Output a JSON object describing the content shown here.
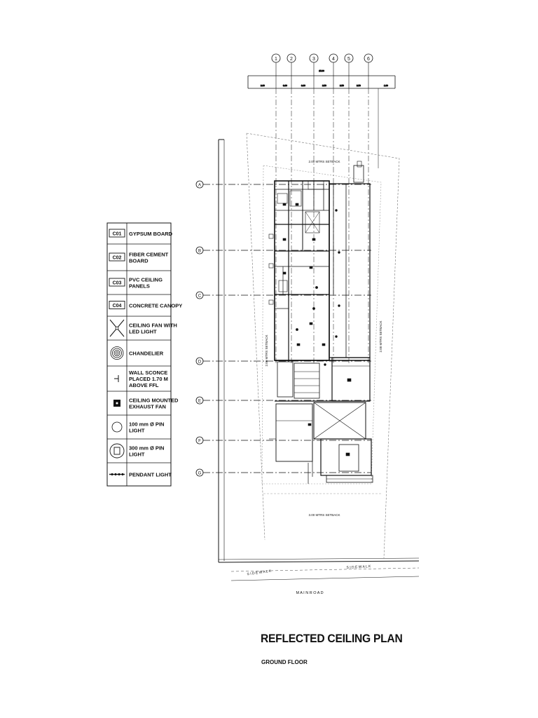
{
  "legend": {
    "items": [
      {
        "code": "C01",
        "label": "GYPSUM BOARD",
        "symbol": "code"
      },
      {
        "code": "C02",
        "label": "FIBER CEMENT BOARD",
        "symbol": "code"
      },
      {
        "code": "C03",
        "label": "PVC CEILING PANELS",
        "symbol": "code"
      },
      {
        "code": "C04",
        "label": "CONCRETE CANOPY",
        "symbol": "code"
      },
      {
        "code": "",
        "label": "CEILING FAN WITH LED LIGHT",
        "symbol": "fan-icon"
      },
      {
        "code": "",
        "label": "CHANDELIER",
        "symbol": "chandelier-icon"
      },
      {
        "code": "",
        "label": "WALL SCONCE PLACED 1.70 M ABOVE FFL",
        "symbol": "wall-sconce-icon"
      },
      {
        "code": "",
        "label": "CEILING MOUNTED EXHAUST FAN",
        "symbol": "exhaust-fan-icon"
      },
      {
        "code": "",
        "label": "100 mm Ø PIN LIGHT",
        "symbol": "pin-light-100-icon"
      },
      {
        "code": "",
        "label": "300 mm Ø PIN LIGHT",
        "symbol": "pin-light-300-icon"
      },
      {
        "code": "",
        "label": "PENDANT LIGHT",
        "symbol": "pendant-light-icon"
      }
    ]
  },
  "grid": {
    "columns": [
      "1",
      "2",
      "3",
      "4",
      "5",
      "6"
    ],
    "rows": [
      "A",
      "B",
      "C",
      "D",
      "E",
      "F",
      "G"
    ]
  },
  "annotations": {
    "setback_top": "2.00 MTRS SETBACK",
    "setback_bottom": "3.00 MTRS SETBACK",
    "setback_left": "2.00 MTRS SETBACK",
    "setback_right": "2.00 MTRS SETBACK",
    "side_walk_left": "S I D E   W A L K",
    "side_walk_right": "S I D E   W A L K",
    "main_road": "M A I N   R O A D"
  },
  "title": {
    "main": "REFLECTED CEILING PLAN",
    "sub": "GROUND FLOOR"
  }
}
